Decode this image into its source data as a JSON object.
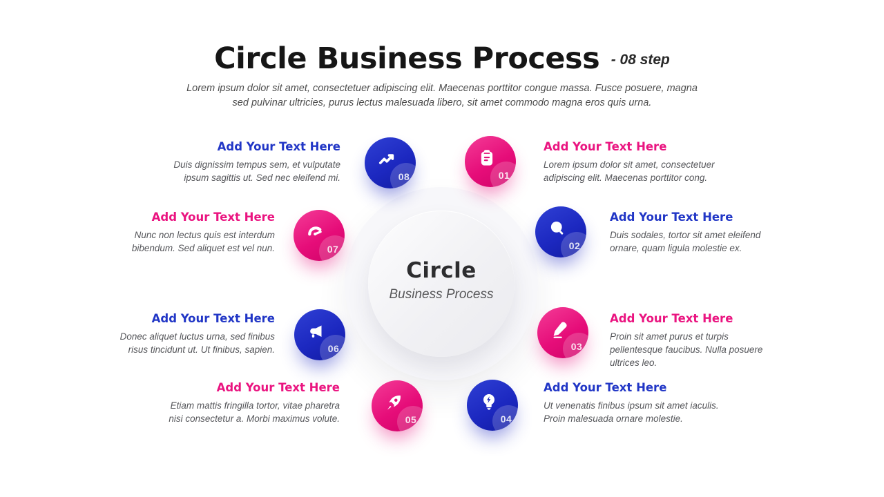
{
  "header": {
    "title": "Circle Business Process",
    "title_suffix": "- 08 step",
    "description": "Lorem ipsum dolor sit amet, consectetuer adipiscing elit. Maecenas porttitor congue massa. Fusce posuere, magna sed pulvinar ultricies, purus lectus malesuada libero, sit amet commodo magna eros quis urna."
  },
  "center": {
    "title": "Circle",
    "subtitle": "Business Process"
  },
  "colors": {
    "pink": "#e60d79",
    "blue": "#1c28c0",
    "heading_pink": "#ea1480",
    "heading_blue": "#2136c6",
    "body_text": "#55565a"
  },
  "steps": [
    {
      "number": "01",
      "color": "pink",
      "icon": "clipboard-icon",
      "title": "Add Your Text Here",
      "body": "Lorem ipsum dolor sit amet, consectetuer adipiscing elit. Maecenas porttitor cong."
    },
    {
      "number": "02",
      "color": "blue",
      "icon": "search-icon",
      "title": "Add Your Text Here",
      "body": "Duis sodales, tortor sit amet eleifend ornare, quam ligula molestie ex."
    },
    {
      "number": "03",
      "color": "pink",
      "icon": "pencil-icon",
      "title": "Add Your Text Here",
      "body": "Proin sit amet purus et turpis pellentesque faucibus. Nulla posuere ultrices leo."
    },
    {
      "number": "04",
      "color": "blue",
      "icon": "lightbulb-icon",
      "title": "Add Your Text Here",
      "body": "Ut venenatis finibus ipsum sit amet iaculis. Proin malesuada ornare molestie."
    },
    {
      "number": "05",
      "color": "pink",
      "icon": "rocket-icon",
      "title": "Add Your Text Here",
      "body": "Etiam mattis fringilla tortor, vitae pharetra nisi consectetur a. Morbi maximus volute."
    },
    {
      "number": "06",
      "color": "blue",
      "icon": "megaphone-icon",
      "title": "Add Your Text Here",
      "body": "Donec aliquet luctus urna, sed finibus risus tincidunt ut. Ut finibus, sapien."
    },
    {
      "number": "07",
      "color": "pink",
      "icon": "gauge-icon",
      "title": "Add Your Text Here",
      "body": "Nunc non lectus quis est interdum bibendum. Sed aliquet est vel nun."
    },
    {
      "number": "08",
      "color": "blue",
      "icon": "trending-up-icon",
      "title": "Add Your Text Here",
      "body": "Duis dignissim tempus sem, et vulputate ipsum sagittis ut. Sed nec eleifend mi."
    }
  ]
}
